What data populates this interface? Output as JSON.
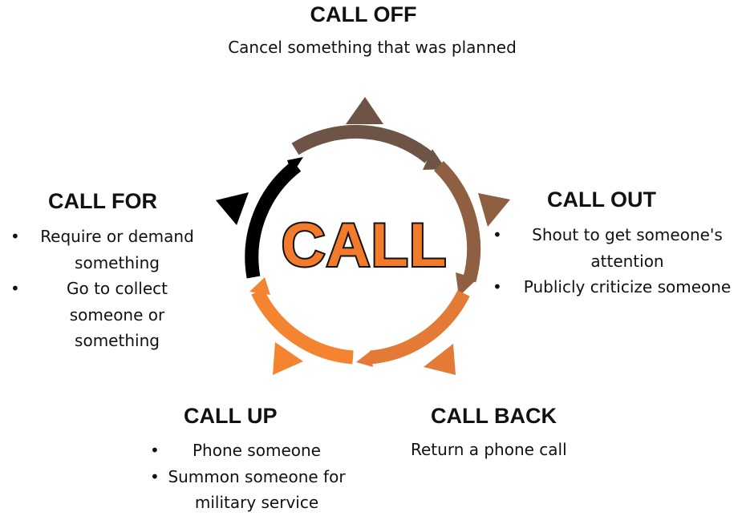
{
  "center": {
    "label": "CALL"
  },
  "call_off": {
    "title": "CALL OFF",
    "description": "Cancel something that was planned"
  },
  "call_out": {
    "title": "CALL OUT",
    "bullets": [
      "Shout to get someone's attention",
      "Publicly criticize someone"
    ]
  },
  "call_for": {
    "title": "CALL FOR",
    "bullets": [
      "Require or demand something",
      "Go to collect someone or something"
    ]
  },
  "call_up": {
    "title": "CALL UP",
    "bullets": [
      "Phone someone",
      "Summon someone for military service"
    ]
  },
  "call_back": {
    "title": "CALL BACK",
    "description": "Return a phone call"
  },
  "colors": {
    "seg_top": "#6d5446",
    "seg_right": "#8f5f42",
    "seg_bottom_right": "#e37a35",
    "seg_bottom_left": "#f58430",
    "seg_left": "#000000",
    "center_fill": "#f27b2b"
  }
}
